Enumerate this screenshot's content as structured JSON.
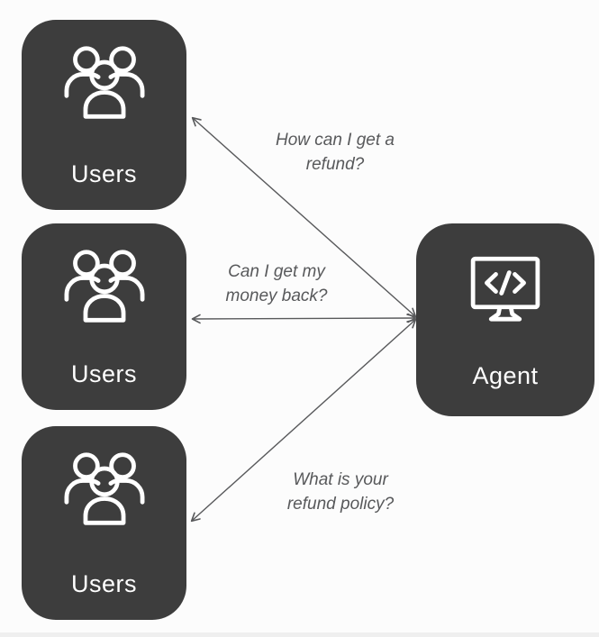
{
  "colors": {
    "background": "#fcfcfc",
    "node_fill": "#3d3d3d",
    "node_text": "#ffffff",
    "icon_stroke": "#ffffff",
    "arrow": "#58595b",
    "edge_label_text": "#58595b"
  },
  "nodes": {
    "users1": {
      "label": "Users",
      "icon": "users-group-icon"
    },
    "users2": {
      "label": "Users",
      "icon": "users-group-icon"
    },
    "users3": {
      "label": "Users",
      "icon": "users-group-icon"
    },
    "agent": {
      "label": "Agent",
      "icon": "code-monitor-icon"
    }
  },
  "edges": {
    "e1": {
      "from": "users1",
      "to": "agent",
      "direction": "bidirectional",
      "label": "How can I get a refund?",
      "lines": [
        "How can I get a",
        "refund?"
      ]
    },
    "e2": {
      "from": "users2",
      "to": "agent",
      "direction": "bidirectional",
      "label": "Can I get my money back?",
      "lines": [
        "Can I get my",
        "money back?"
      ]
    },
    "e3": {
      "from": "users3",
      "to": "agent",
      "direction": "bidirectional",
      "label": "What is your refund policy?",
      "lines": [
        "What is your",
        "refund policy?"
      ]
    }
  }
}
